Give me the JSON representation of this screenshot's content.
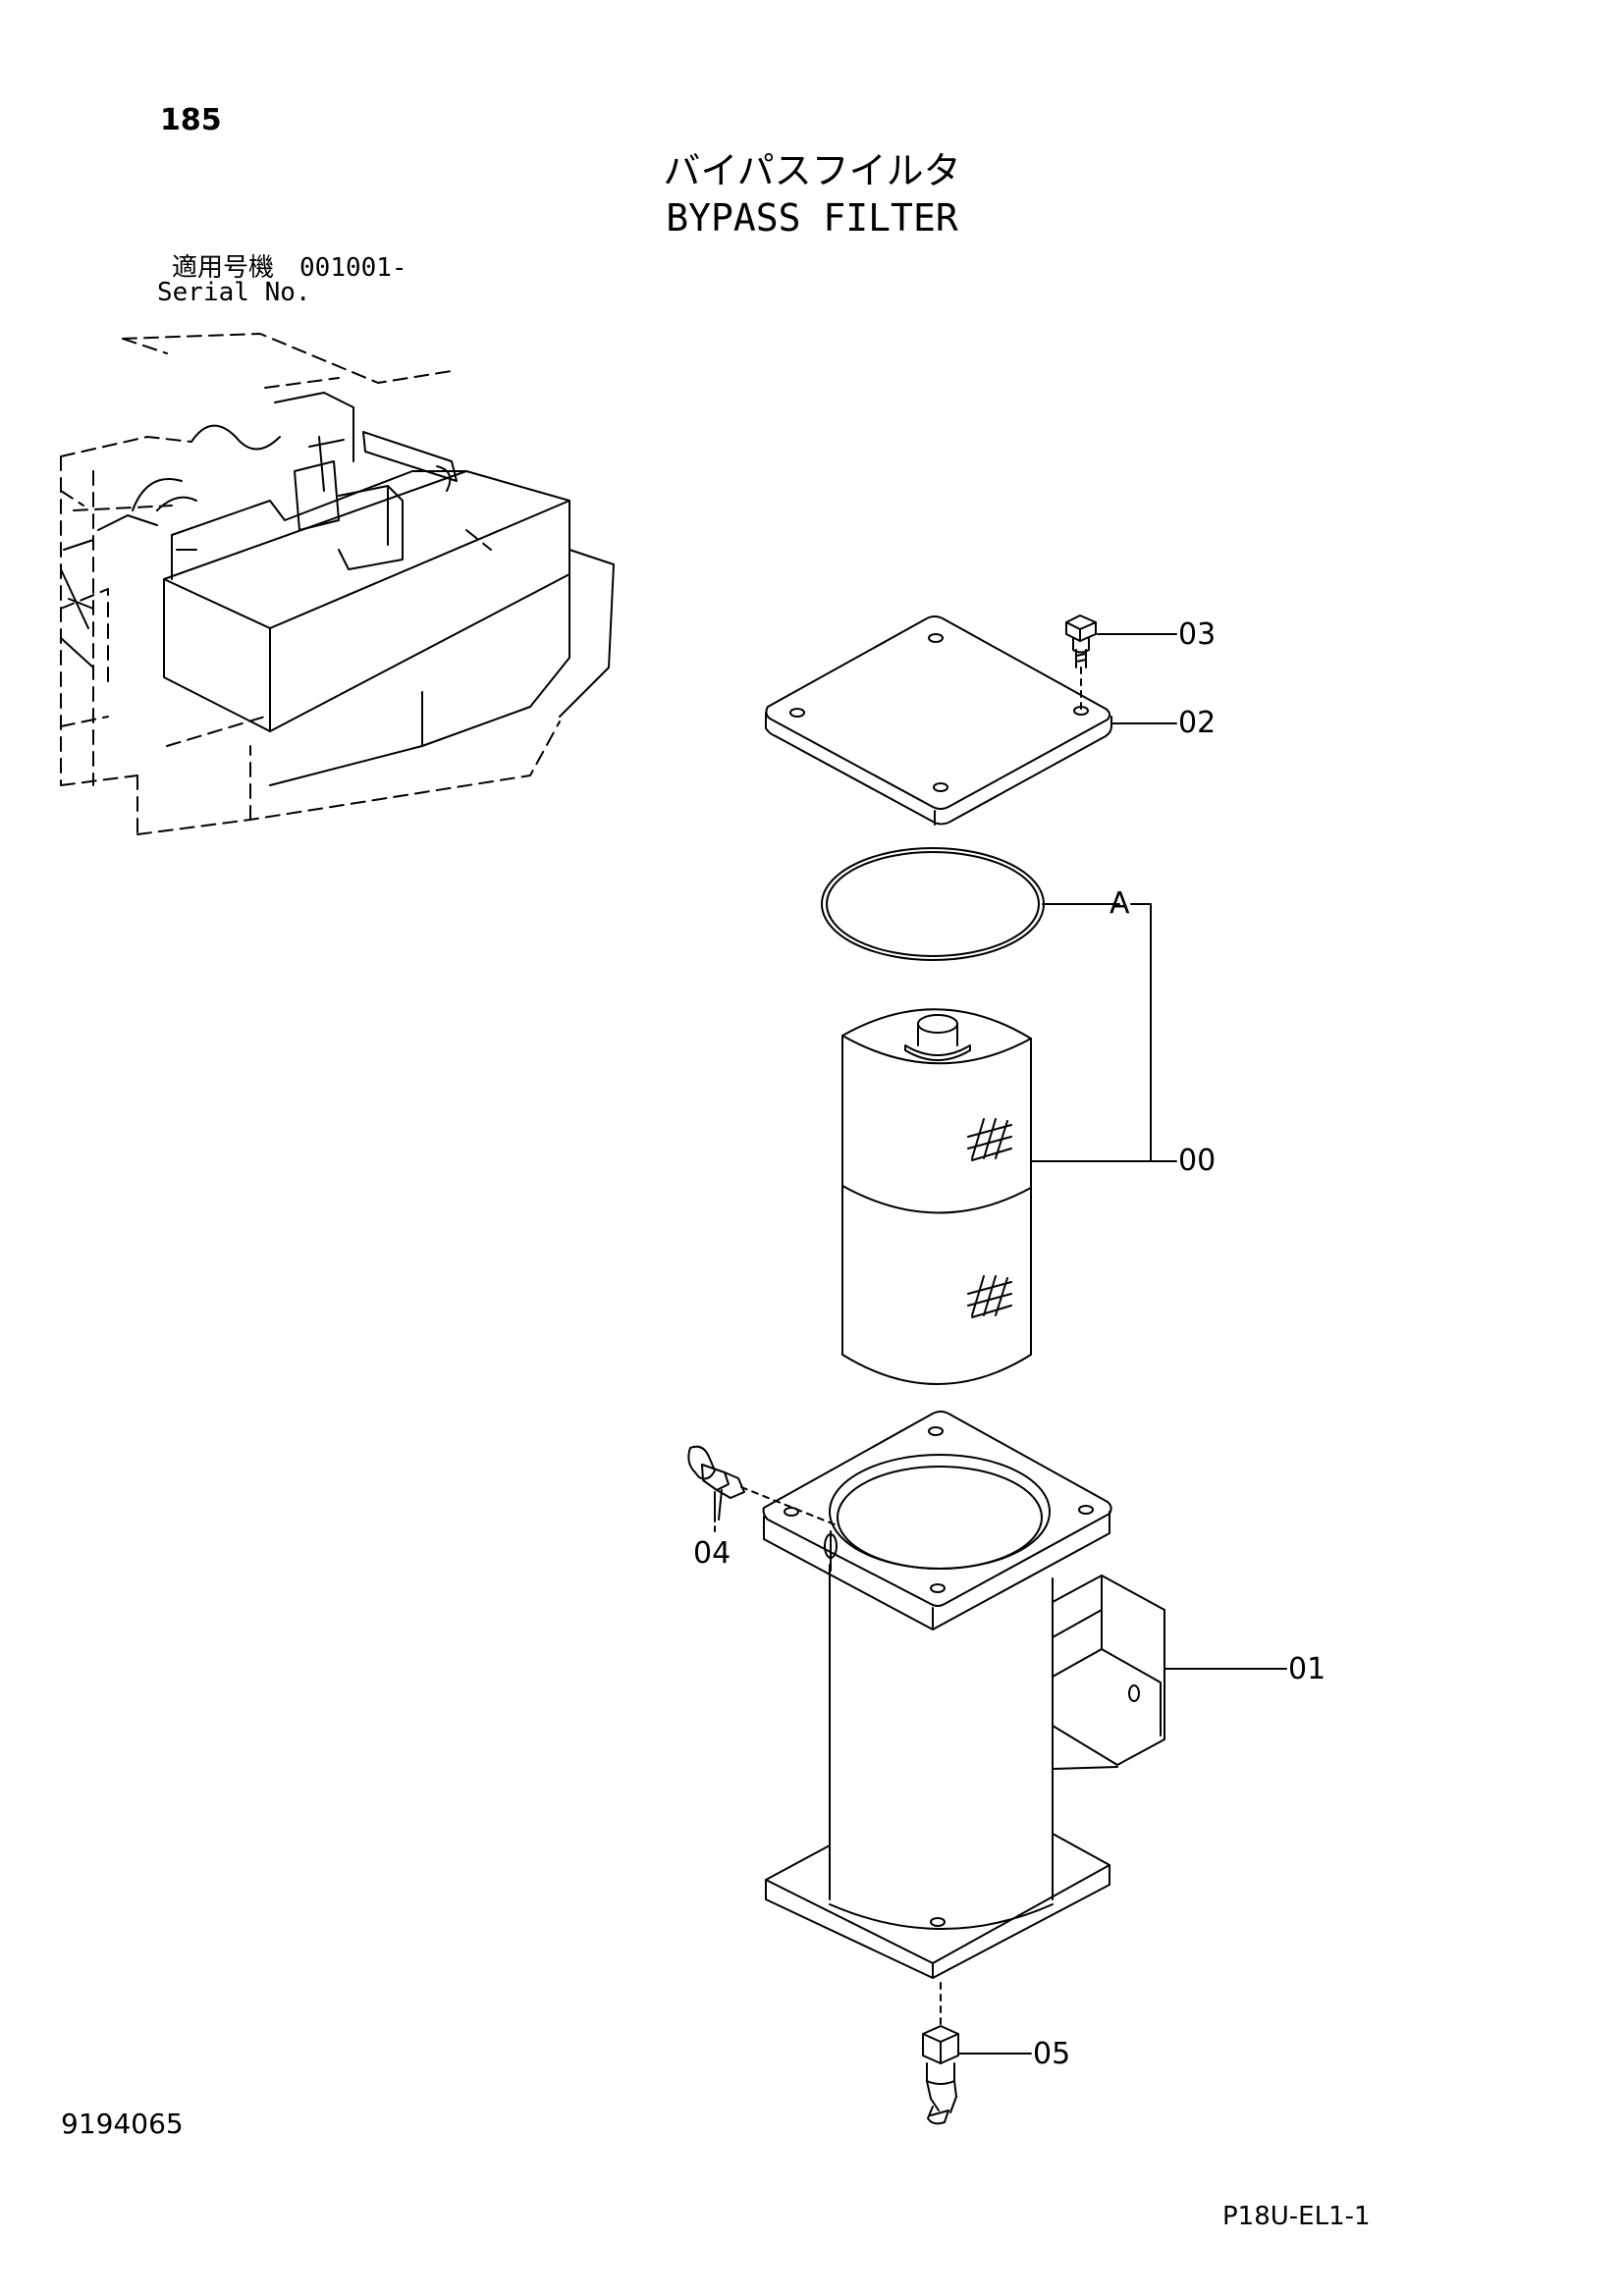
{
  "page_number": "185",
  "title_jp": "バイパスフイルタ",
  "title_en": "BYPASS FILTER",
  "serial": {
    "label_jp": "適用号機",
    "value": "001001-",
    "label_en": "Serial No."
  },
  "callouts": {
    "p03": "03",
    "p02": "02",
    "pA": "A",
    "p00": "00",
    "p04": "04",
    "p01": "01",
    "p05": "05"
  },
  "doc_id": "9194065",
  "sheet_id": "P18U-EL1-1"
}
